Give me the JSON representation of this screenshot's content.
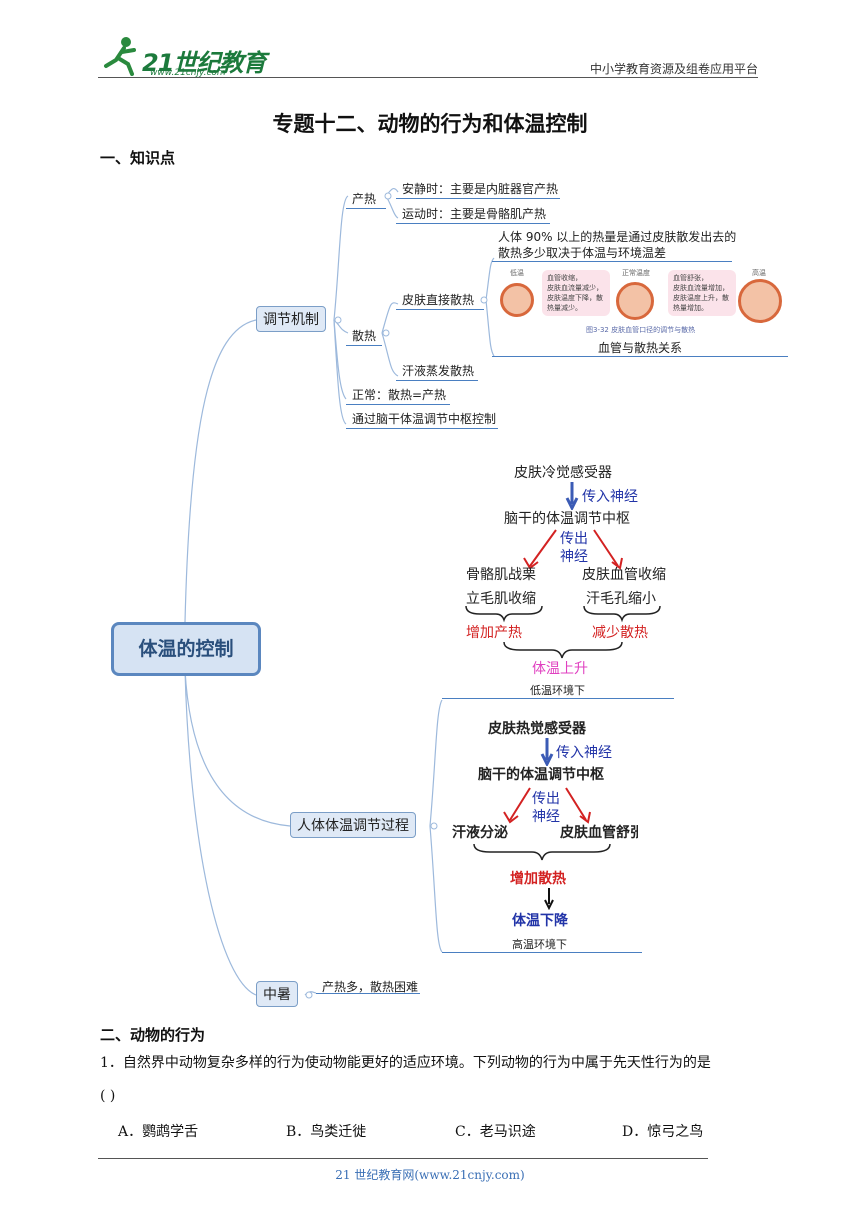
{
  "header": {
    "logo_text": "21世纪教育",
    "logo_url": "www.21cnjy.com",
    "platform": "中小学教育资源及组卷应用平台"
  },
  "title": "专题十二、动物的行为和体温控制",
  "section1": "一、知识点",
  "mindmap": {
    "root": "体温的控制",
    "branch1": "调节机制",
    "chanre": "产热",
    "anjing": "安静时：主要是内脏器官产热",
    "yundong": "运动时：主要是骨骼肌产热",
    "sanre": "散热",
    "note1": "人体 90% 以上的热量是通过皮肤散发出去的",
    "note2": "散热多少取决于体温与环境温差",
    "pifu": "皮肤直接散热",
    "hanye": "汗液蒸发散热",
    "vessel_caption": "血管与散热关系",
    "vessel_labels": [
      "低温",
      "正常温度",
      "高温"
    ],
    "vessel_box1": [
      "血管收缩，",
      "皮肤血流量减少，",
      "皮肤温度下降，散",
      "热量减少。"
    ],
    "vessel_box2": [
      "血管舒张，",
      "皮肤血流量增加，",
      "皮肤温度上升，散",
      "热量增加。"
    ],
    "vessel_figure": "图3-32  皮肤血管口径的调节与散热",
    "zhengchang": "正常：散热=产热",
    "naogan": "通过脑干体温调节中枢控制",
    "branch2": "人体体温调节过程",
    "branch3": "中暑",
    "zhongshu": "产热多，散热困难"
  },
  "cold": {
    "receptor": "皮肤冷觉感受器",
    "in": "传入神经",
    "center": "脑干的体温调节中枢",
    "out1": "传出",
    "out2": "神经",
    "left1": "骨骼肌战栗",
    "left2": "立毛肌收缩",
    "right1": "皮肤血管收缩",
    "right2": "汗毛孔缩小",
    "inc": "增加产热",
    "dec": "减少散热",
    "rise": "体温上升",
    "env": "低温环境下"
  },
  "hot": {
    "receptor": "皮肤热觉感受器",
    "in": "传入神经",
    "center": "脑干的体温调节中枢",
    "out1": "传出",
    "out2": "神经",
    "left": "汗液分泌",
    "right": "皮肤血管舒张",
    "inc": "增加散热",
    "fall": "体温下降",
    "env": "高温环境下"
  },
  "section2": "二、动物的行为",
  "question": {
    "text": "1．自然界中动物复杂多样的行为使动物能更好的适应环境。下列动物的行为中属于先天性行为的是",
    "blank": "(        )",
    "options": [
      "A．鹦鹉学舌",
      "B．鸟类迁徙",
      "C．老马识途",
      "D．惊弓之鸟"
    ]
  },
  "footer": "21 世纪教育网(www.21cnjy.com)",
  "colors": {
    "node_border": "#7b9ec7",
    "node_fill": "#dfe9f6",
    "line": "#9db9dc"
  }
}
